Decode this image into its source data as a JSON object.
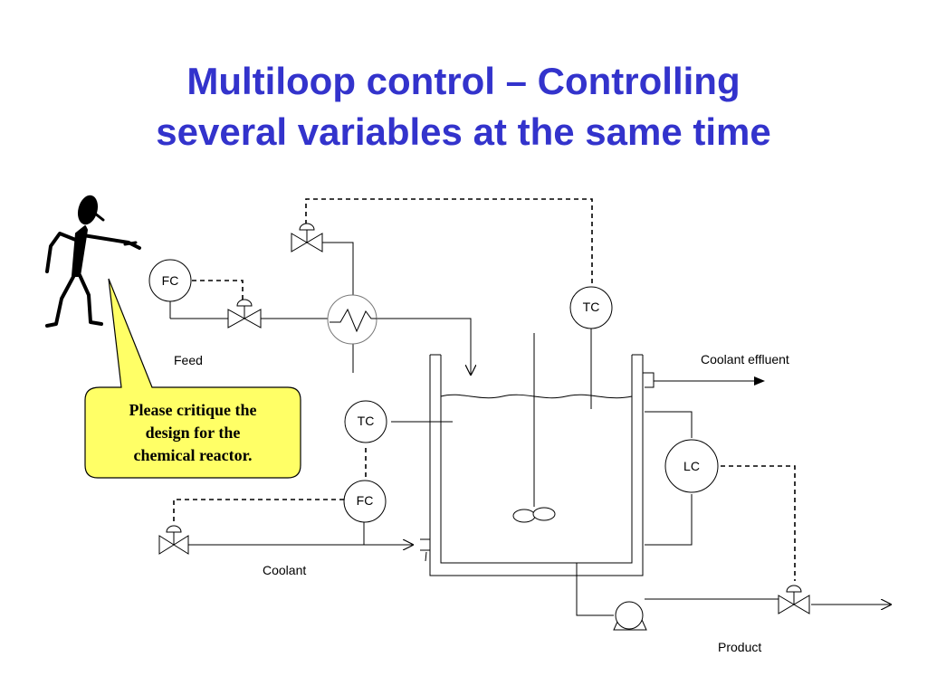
{
  "title": {
    "line1": "Multiloop control – Controlling",
    "line2": "several variables at the same time"
  },
  "callout": {
    "line1": "Please critique the",
    "line2": "design for the",
    "line3": "chemical reactor."
  },
  "instruments": {
    "feed_fc": "FC",
    "top_tc": "TC",
    "jacket_tc": "TC",
    "coolant_fc": "FC",
    "level_lc": "LC"
  },
  "streams": {
    "feed": "Feed",
    "coolant": "Coolant",
    "coolant_effluent": "Coolant effluent",
    "product": "Product"
  }
}
